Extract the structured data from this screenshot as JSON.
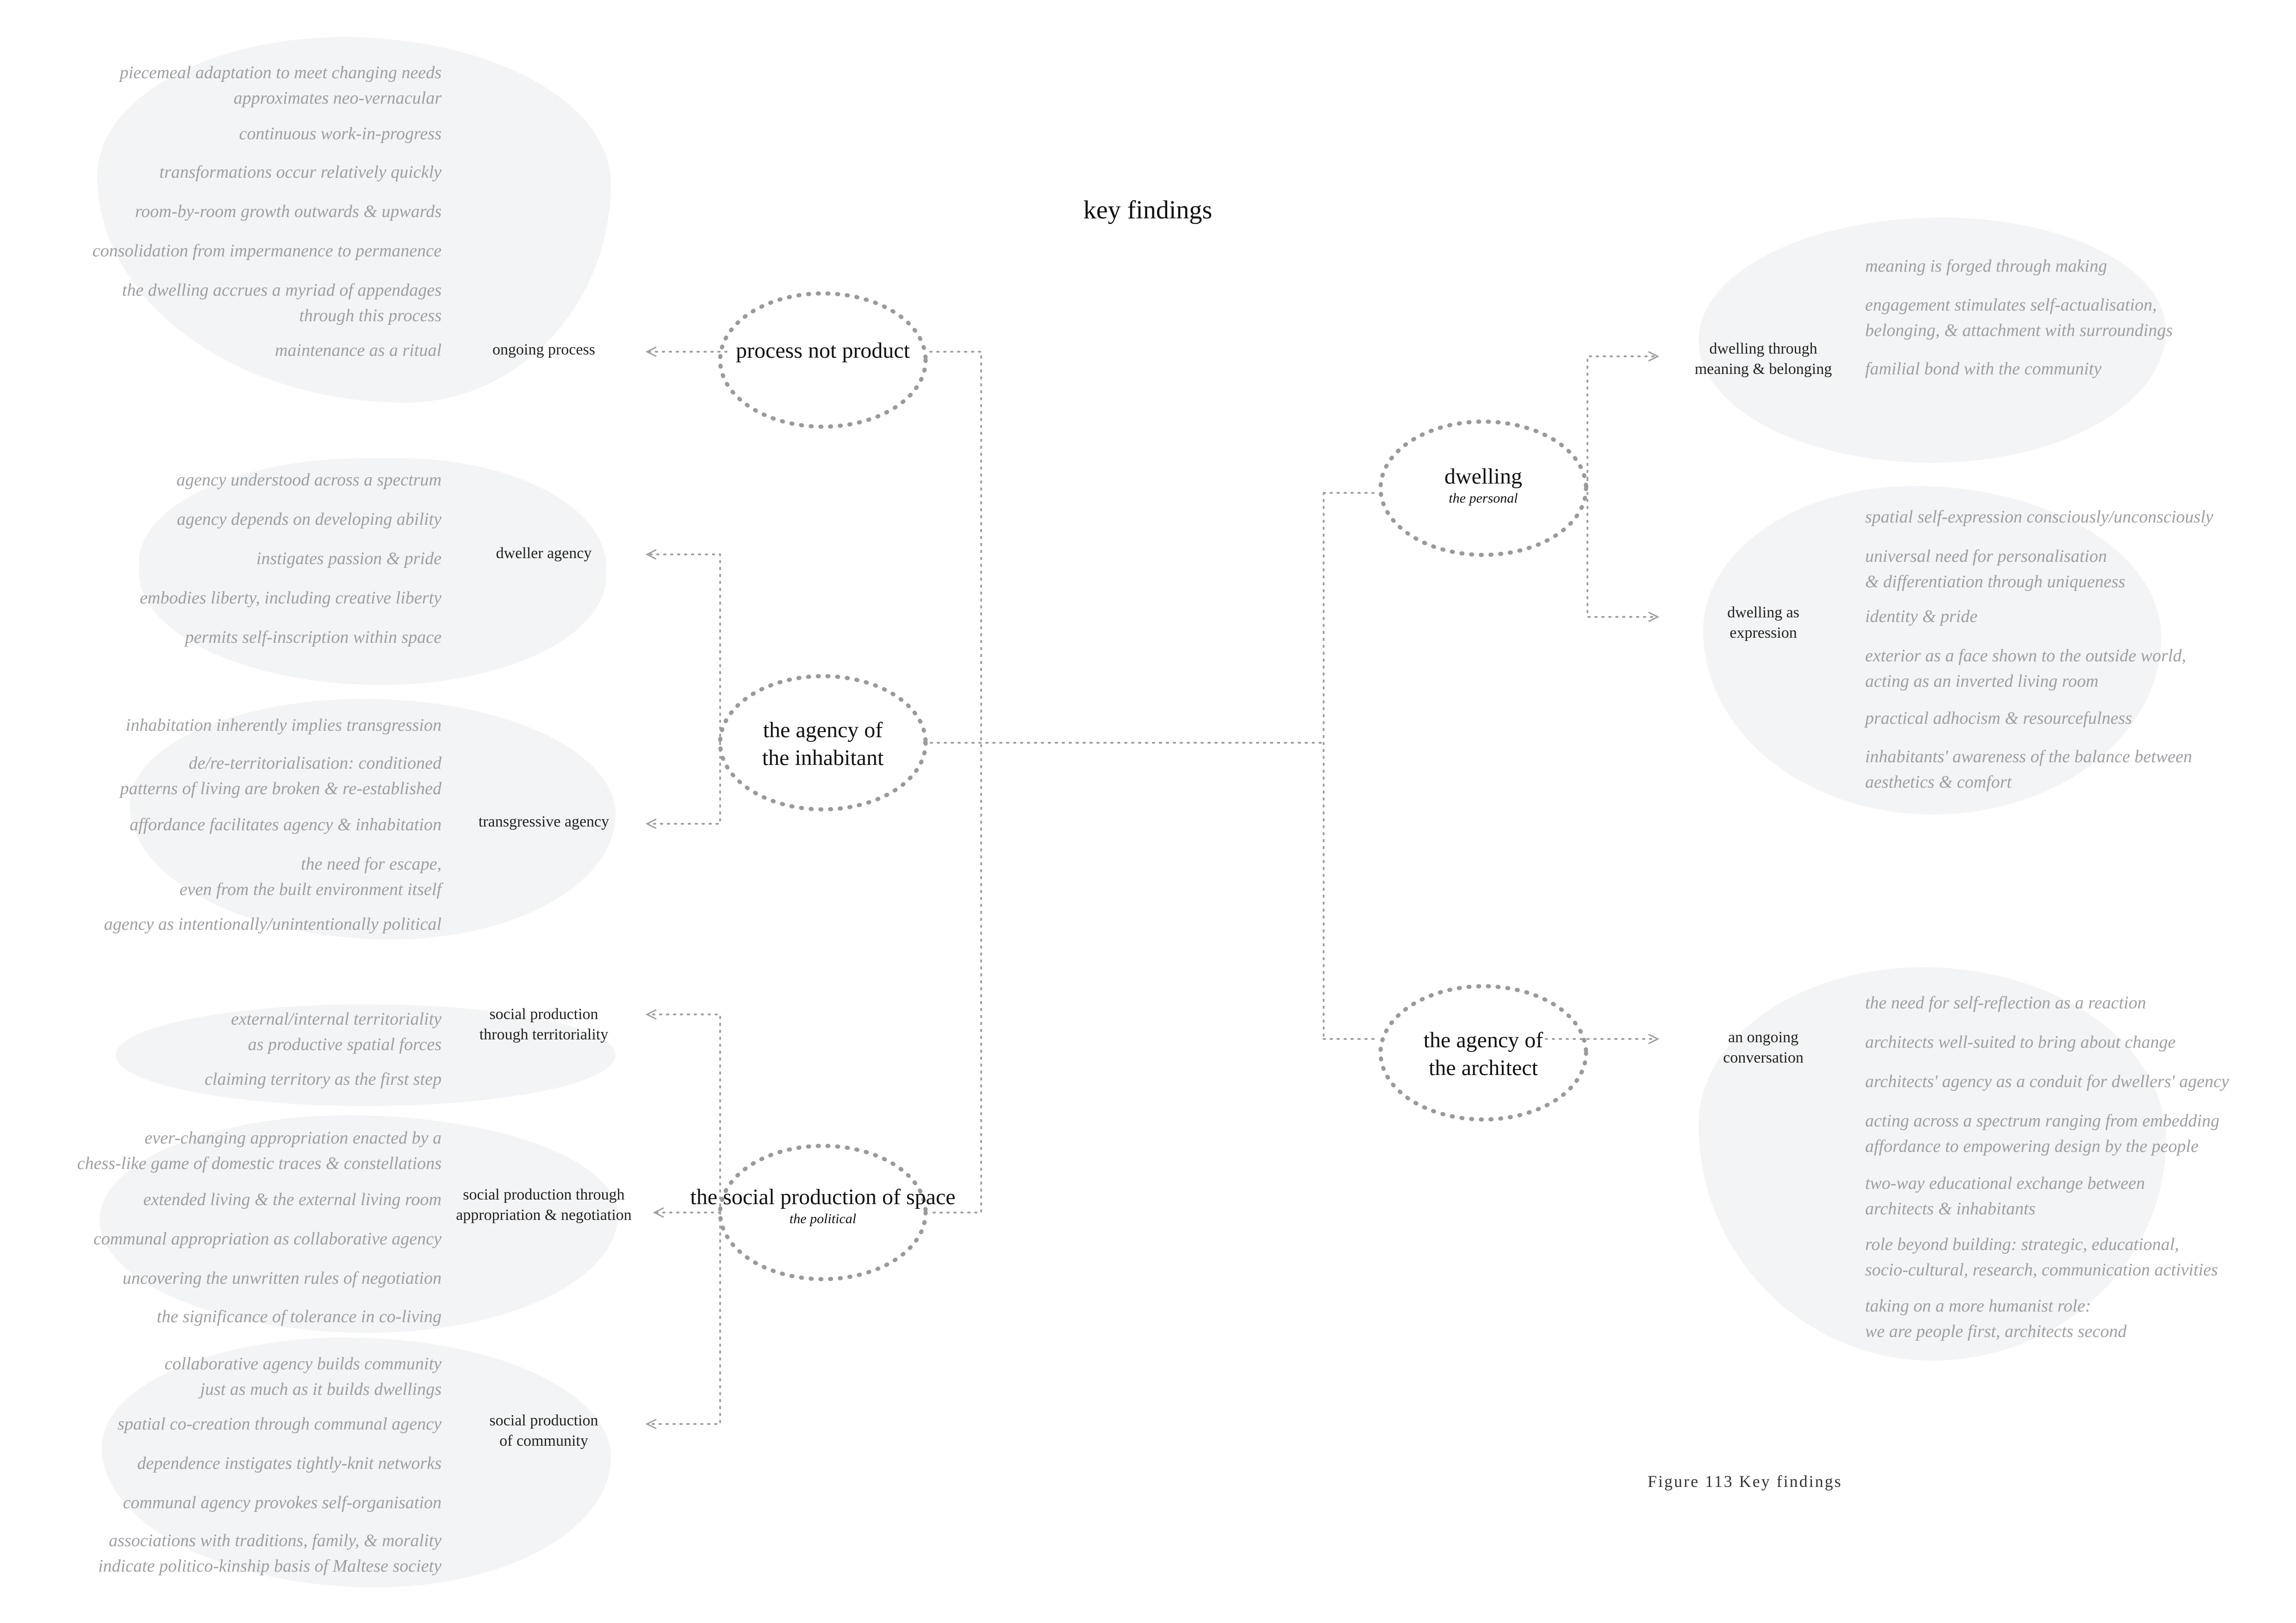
{
  "title": "key findings",
  "caption": "Figure 113 Key findings",
  "nodes": {
    "process": "process not product",
    "inhabitant_1": "the agency of",
    "inhabitant_2": "the inhabitant",
    "social": "the social production of space",
    "social_sub": "the political",
    "dwelling": "dwelling",
    "dwelling_sub": "the personal",
    "architect_1": "the agency of",
    "architect_2": "the architect"
  },
  "subs": {
    "ongoing": "ongoing process",
    "dweller": "dweller agency",
    "transgressive": "transgressive agency",
    "territoriality_1": "social production",
    "territoriality_2": "through territoriality",
    "appropriation_1": "social production through",
    "appropriation_2": "appropriation & negotiation",
    "community_1": "social production",
    "community_2": "of community",
    "meaning_1": "dwelling through",
    "meaning_2": "meaning & belonging",
    "expression_1": "dwelling as",
    "expression_2": "expression",
    "conversation_1": "an ongoing",
    "conversation_2": "conversation"
  },
  "findings": {
    "ongoing": [
      "piecemeal adaptation to meet changing needs",
      "approximates neo-vernacular",
      "continuous work-in-progress",
      "transformations occur relatively quickly",
      "room-by-room growth outwards & upwards",
      "consolidation from impermanence to permanence",
      "the dwelling accrues a myriad of  appendages",
      "through this process",
      "maintenance as a ritual"
    ],
    "dweller": [
      "agency understood across a spectrum",
      "agency depends on developing ability",
      "instigates passion & pride",
      "embodies liberty, including creative liberty",
      "permits self-inscription within space"
    ],
    "transgressive": [
      "inhabitation inherently implies transgression",
      "de/re-territorialisation: conditioned",
      "patterns of  living are broken & re-established",
      "affordance facilitates agency & inhabitation",
      "the need for escape,",
      "even from the built environment itself",
      "agency as intentionally/unintentionally political"
    ],
    "territoriality": [
      "external/internal territoriality",
      "as productive spatial forces",
      "claiming territory as the first step"
    ],
    "appropriation": [
      "ever-changing appropriation enacted by a",
      "chess-like game of  domestic traces & constellations",
      "extended living & the external living room",
      "communal appropriation as collaborative agency",
      "uncovering the unwritten rules of  negotiation",
      "the significance of  tolerance in co-living"
    ],
    "community": [
      "collaborative agency builds community",
      "just as much as it builds dwellings",
      "spatial co-creation through communal agency",
      "dependence instigates tightly-knit networks",
      "communal agency provokes self-organisation",
      "associations  with  traditions,  family,  &  morality",
      "indicate politico-kinship basis of  Maltese society"
    ],
    "meaning": [
      "meaning is forged through making",
      "engagement stimulates self-actualisation,",
      "belonging, & attachment with surroundings",
      "familial bond with the community"
    ],
    "expression": [
      "spatial self-expression consciously/unconsciously",
      "universal need for personalisation",
      "& differentiation through uniqueness",
      "identity & pride",
      "exterior as a face shown to the outside world,",
      "acting as an inverted living room",
      "practical adhocism & resourcefulness",
      "inhabitants' awareness of  the balance between",
      "aesthetics & comfort"
    ],
    "conversation": [
      "the need for self-reflection as a reaction",
      "architects well-suited to bring about change",
      "architects' agency as a conduit for dwellers' agency",
      "acting across a spectrum ranging from embedding",
      "affordance to empowering design by the people",
      "two-way educational exchange between",
      "architects & inhabitants",
      "role  beyond  building:  strategic,  educational,",
      "socio-cultural, research, communication activities",
      "taking on a more humanist role:",
      "we are people first, architects second"
    ]
  }
}
